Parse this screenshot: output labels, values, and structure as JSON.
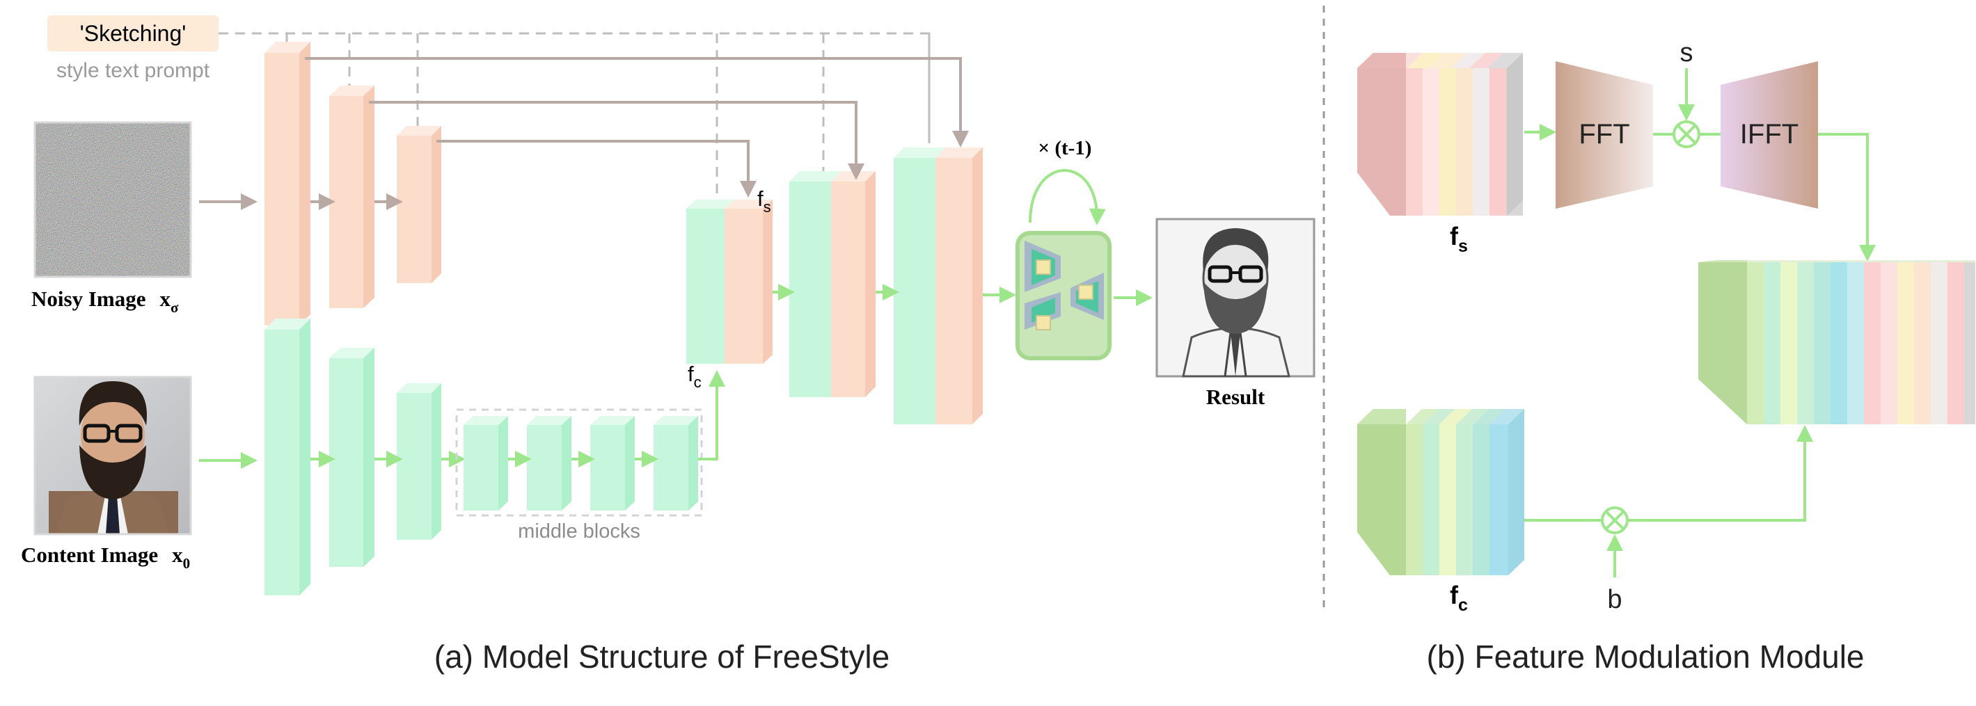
{
  "colors": {
    "style": "#fcdccb",
    "content": "#c6f7dc",
    "gray_arrow": "#b9a9a4",
    "green_arrow": "#9ee68a",
    "dash": "#bdbdbd",
    "prompt_bg": "#fdebd8"
  },
  "panel_a": {
    "prompt": "'Sketching'",
    "prompt_caption": "style text prompt",
    "noisy_label": "Noisy Image",
    "noisy_symbol": "x",
    "noisy_sub": "σ",
    "content_label": "Content Image",
    "content_symbol": "x",
    "content_sub": "0",
    "fs_symbol": "f",
    "fs_sub": "s",
    "fc_symbol": "f",
    "fc_sub": "c",
    "middle_blocks_label": "middle blocks",
    "loop_label": "× (t-1)",
    "result_label": "Result",
    "caption": "(a) Model Structure of FreeStyle"
  },
  "panel_b": {
    "fs_symbol": "f",
    "fs_sub": "s",
    "fc_symbol": "f",
    "fc_sub": "c",
    "fft_label": "FFT",
    "ifft_label": "IFFT",
    "s_label": "s",
    "b_label": "b",
    "caption": "(b) Feature Modulation Module"
  },
  "icons": [
    "noise-image",
    "man-photo",
    "sketch-portrait",
    "denoiser-icon",
    "multiply-icon"
  ]
}
